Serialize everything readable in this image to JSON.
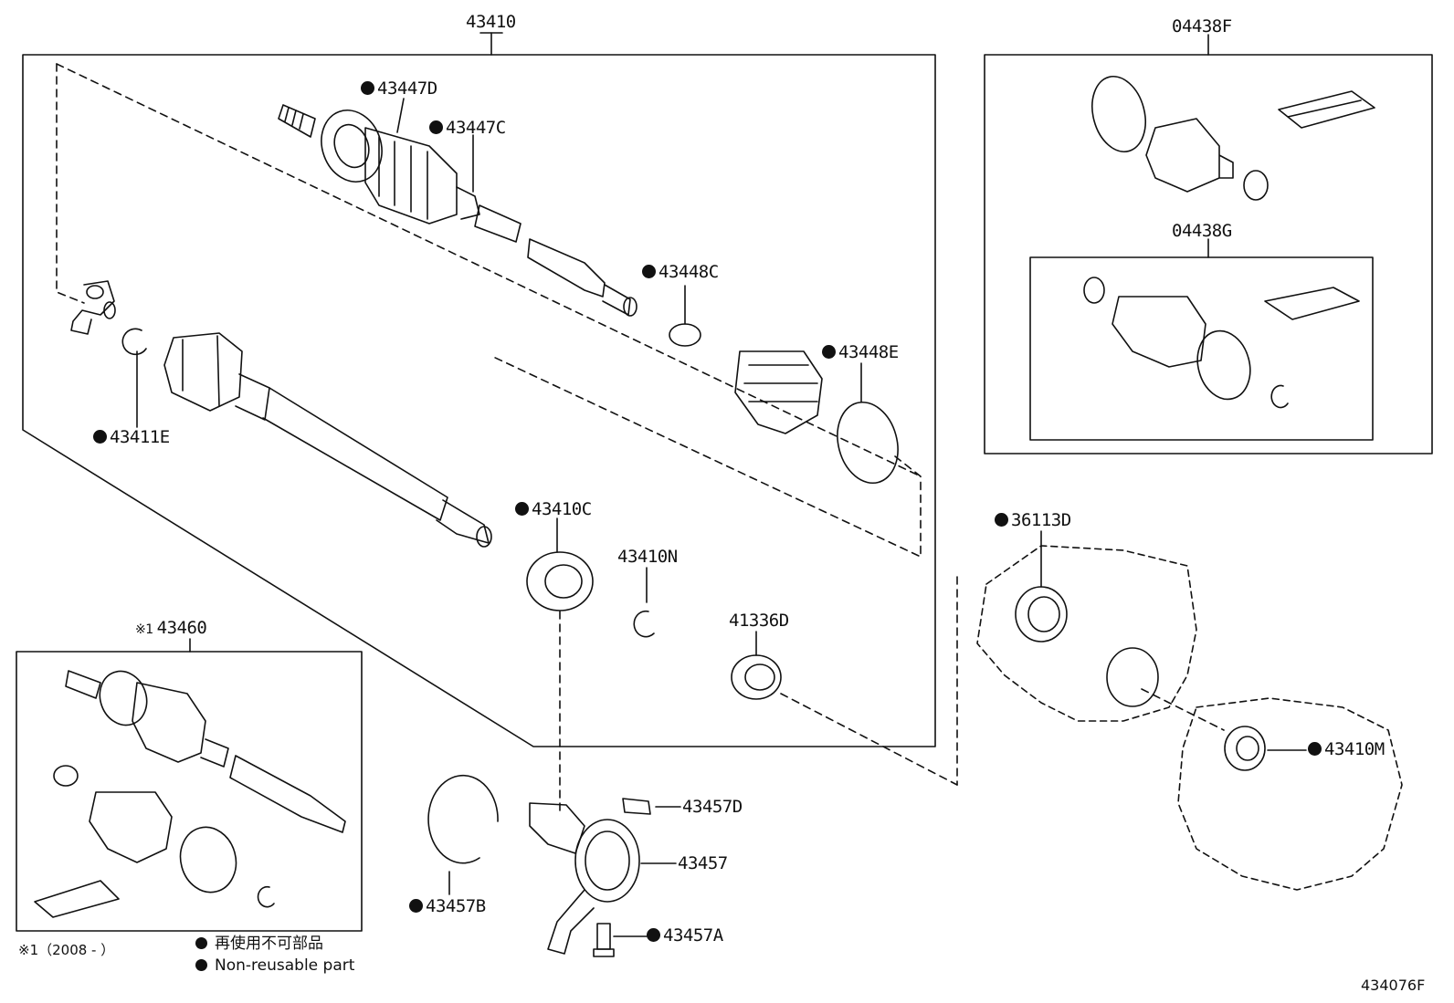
{
  "diagram_id": "434076F",
  "parts": {
    "p43410": "43410",
    "p04438F": "04438F",
    "p04438G": "04438G",
    "p43447D": "43447D",
    "p43447C": "43447C",
    "p43448C": "43448C",
    "p43448E": "43448E",
    "p43411E": "43411E",
    "p43410C": "43410C",
    "p43410N": "43410N",
    "p41336D": "41336D",
    "p36113D": "36113D",
    "p43410M": "43410M",
    "p43460": "43460",
    "p43457D": "43457D",
    "p43457": "43457",
    "p43457B": "43457B",
    "p43457A": "43457A"
  },
  "note_mark": "※1",
  "footnote": "※1（2008 -    ）",
  "legend": {
    "jp": "再使用不可部品",
    "en": "Non-reusable part"
  }
}
